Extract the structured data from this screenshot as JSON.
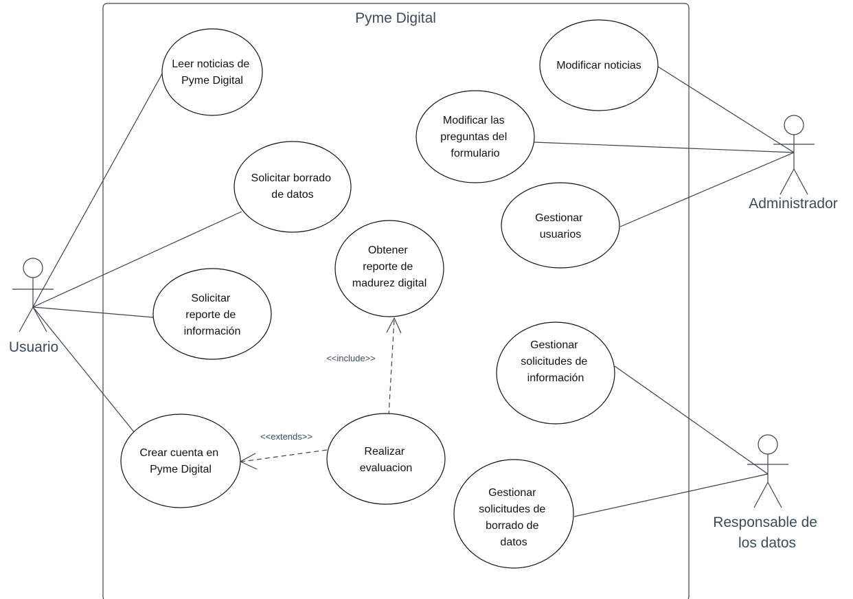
{
  "system": {
    "title": "Pyme Digital"
  },
  "actors": {
    "usuario": "Usuario",
    "administrador": "Administrador",
    "responsable": [
      "Responsable de",
      "los datos"
    ]
  },
  "use_cases": {
    "leer_noticias": [
      "Leer noticias de",
      "Pyme Digital"
    ],
    "solicitar_borrado": [
      "Solicitar borrado",
      "de datos"
    ],
    "solicitar_reporte": [
      "Solicitar",
      "reporte de",
      "información"
    ],
    "crear_cuenta": [
      "Crear cuenta en",
      "Pyme Digital"
    ],
    "obtener_reporte": [
      "Obtener",
      "reporte de",
      "madurez digital"
    ],
    "realizar_evaluacion": [
      "Realizar",
      "evaluacion"
    ],
    "modificar_noticias": [
      "Modificar noticias"
    ],
    "modificar_preguntas": [
      "Modificar las",
      "preguntas del",
      "formulario"
    ],
    "gestionar_usuarios": [
      "Gestionar",
      "usuarios"
    ],
    "gestionar_sol_info": [
      "Gestionar",
      "solicitudes de",
      "información"
    ],
    "gestionar_sol_borrado": [
      "Gestionar",
      "solicitudes de",
      "borrado de",
      "datos"
    ]
  },
  "relations": {
    "include": "<<include>>",
    "extends": "<<extends>>"
  }
}
